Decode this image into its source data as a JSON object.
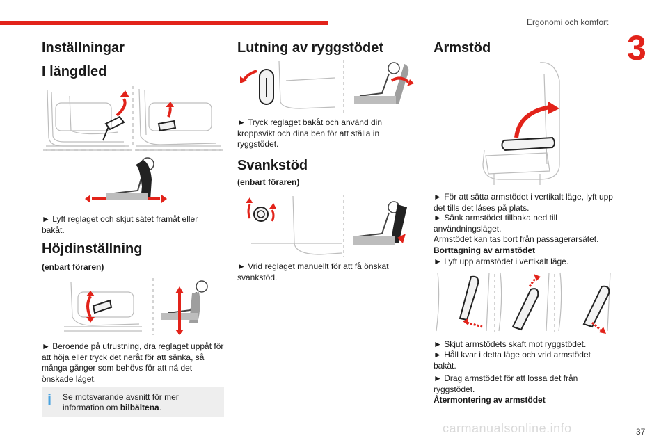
{
  "header": {
    "chapter_title": "Ergonomi och komfort",
    "chapter_number": "3",
    "page_number": "37",
    "watermark": "carmanualsonline.info",
    "accent_color": "#e2231a"
  },
  "col1": {
    "title": "Inställningar",
    "section1_title": "I längdled",
    "section1_text": "► Lyft reglaget och skjut sätet framåt eller bakåt.",
    "section2_title": "Höjdinställning",
    "section2_subtitle": "(enbart föraren)",
    "section2_text": "► Beroende på utrustning, dra reglaget uppåt för att höja eller tryck det neråt för att sänka, så många gånger som behövs för att nå det önskade läget.",
    "info_text_pre": "Se motsvarande avsnitt för mer information om ",
    "info_text_bold": "bilbältena",
    "info_text_post": "."
  },
  "col2": {
    "section1_title": "Lutning av ryggstödet",
    "section1_text": "► Tryck reglaget bakåt och använd din kroppsvikt och dina ben för att ställa in ryggstödet.",
    "section2_title": "Svankstöd",
    "section2_subtitle": "(enbart föraren)",
    "section2_text": "► Vrid reglaget manuellt för att få önskat svankstöd."
  },
  "col3": {
    "section1_title": "Armstöd",
    "text_1": "► För att sätta armstödet i vertikalt läge, lyft upp det tills det låses på plats.",
    "text_2": "► Sänk armstödet tillbaka ned till användningsläget.",
    "text_3": "Armstödet kan tas bort från passagerarsätet.",
    "removal_title": "Borttagning av armstödet",
    "text_4": "► Lyft upp armstödet i vertikalt läge.",
    "text_5": "► Skjut armstödets skaft mot ryggstödet.",
    "text_6": "► Håll kvar i detta läge och vrid armstödet bakåt.",
    "text_7": "► Drag armstödet för att lossa det från ryggstödet.",
    "reinstall_title": "Återmontering av armstödet"
  }
}
